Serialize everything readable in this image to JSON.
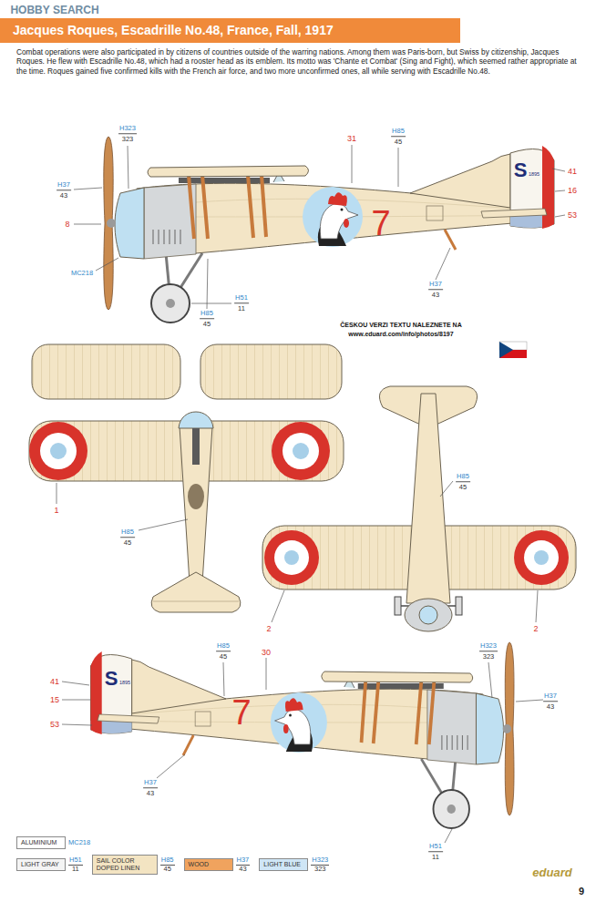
{
  "diagram": {
    "title": "Jacques Roques, Escadrille No.48, France, Fall, 1917",
    "caption": "Combat operations were also participated in by citizens of countries outside of the warring nations. Among them was Paris-born, but Swiss by citizenship, Jacques Roques. He flew with Escadrille No.48, which had a rooster head as its emblem. Its motto was 'Chante et Combat' (Sing and Fight), which seemed rather appropriate at the time. Roques gained five confirmed kills with the French air force, and two more unconfirmed ones, all while serving with Escadrille No.48.",
    "labels": [
      "HOBBY SEARCH",
      "ČESKOU VERZI TEXTU NALEZNETE NA",
      "www.eduard.com/info/photos/8197",
      "eduard",
      "9",
      "H323",
      "323",
      "H37",
      "43",
      "8",
      "MC218",
      "H85",
      "45",
      "H51",
      "11",
      "31",
      "H85",
      "45",
      "S",
      "1895",
      "41",
      "16",
      "53",
      "7",
      "H37",
      "43",
      "1",
      "H85",
      "45",
      "H85",
      "45",
      "2",
      "2",
      "41",
      "15",
      "53",
      "S",
      "1895",
      "H85",
      "45",
      "30",
      "7",
      "H323",
      "323",
      "H37",
      "43",
      "H37",
      "43",
      "H51",
      "11",
      "MC218",
      "H51",
      "11",
      "H85",
      "45",
      "H37",
      "43",
      "H323",
      "323"
    ],
    "legend": [
      {
        "text": "ALUMINIUM",
        "color": "#ffffff"
      },
      {
        "text": "LIGHT GRAY",
        "color": "#f4f4f4"
      },
      {
        "text": "SAIL COLOR DOPED LINEN",
        "color": "#f3e4c2"
      },
      {
        "text": "WOOD",
        "color": "#f0a35e"
      },
      {
        "text": "LIGHT BLUE",
        "color": "#cfe6f6"
      }
    ]
  }
}
